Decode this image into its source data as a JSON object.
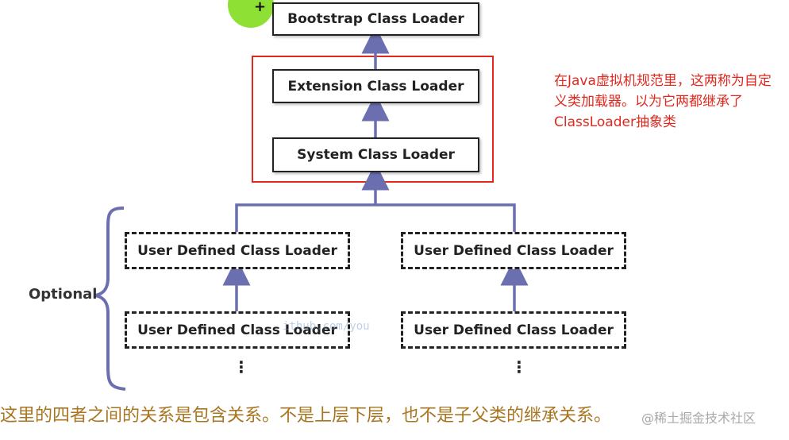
{
  "loaders": {
    "bootstrap": "Bootstrap Class Loader",
    "extension": "Extension Class Loader",
    "system": "System Class Loader",
    "user_left_top": "User Defined Class Loader",
    "user_right_top": "User Defined Class Loader",
    "user_left_bottom": "User Defined Class Loader",
    "user_right_bottom": "User Defined Class Loader"
  },
  "optional_label": "Optional",
  "ellipsis": "⋮",
  "note": "在Java虚拟机规范里，这两称为自定义类加载器。以为它两都继承了ClassLoader抽象类",
  "caption": "这里的四者之间的关系是包含关系。不是上层下层，也不是子父类的继承关系。",
  "watermark": "ithub.com/you",
  "corner_mark": "@稀土掘金技术社区",
  "colors": {
    "arrow": "#6b6fb0",
    "highlight_box": "#e0281e",
    "note_text": "#e0281e",
    "caption_text": "#a87520"
  }
}
